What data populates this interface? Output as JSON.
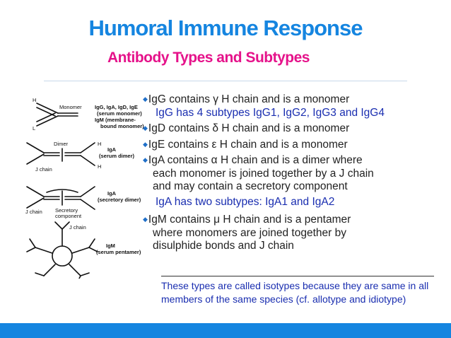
{
  "slide": {
    "title": "Humoral Immune Response",
    "subtitle": "Antibody Types and Subtypes"
  },
  "figure": {
    "monomer_label": "Monomer",
    "monomer_types": "IgG, IgA, IgD, IgE",
    "monomer_note": "(serum monomer)",
    "igm_membrane": "IgM (membrane-",
    "igm_membrane2": "bound monomer)",
    "dimer_label": "Dimer",
    "iga_label": "IgA",
    "serum_dimer": "(serum dimer)",
    "j_chain": "J chain",
    "iga_label2": "IgA",
    "secretory_dimer": "(secretory dimer)",
    "j_chain2": "J chain",
    "secretory_component": "Secretory",
    "secretory_component2": "component",
    "j_chain3": "J chain",
    "igm_label": "IgM",
    "serum_pentamer": "(serum pentamer)",
    "h": "H",
    "l": "L"
  },
  "bullets": {
    "igg": "IgG contains γ H chain and is a monomer",
    "igg_sub": "IgG has 4 subtypes IgG1, IgG2, IgG3 and IgG4",
    "igd": "IgD contains δ H chain and is a monomer",
    "ige": "IgE contains ε H chain and is a monomer",
    "iga_1": "IgA contains α H chain and is a dimer where",
    "iga_2": "each monomer is joined together by a J chain",
    "iga_3": "and may contain a secretory component",
    "iga_sub": "IgA has two subtypes: IgA1 and IgA2",
    "igm_1": "IgM contains μ H chain and is a pentamer",
    "igm_2": "where monomers are joined together by",
    "igm_3": "disulphide bonds and J chain"
  },
  "note": {
    "text": "These types are called isotypes because they are same in all members of the same species (cf. allotype and idiotype)"
  },
  "colors": {
    "title": "#1585e0",
    "subtitle": "#e5128a",
    "subtext": "#1a2eb0",
    "bar": "#1585e0"
  }
}
